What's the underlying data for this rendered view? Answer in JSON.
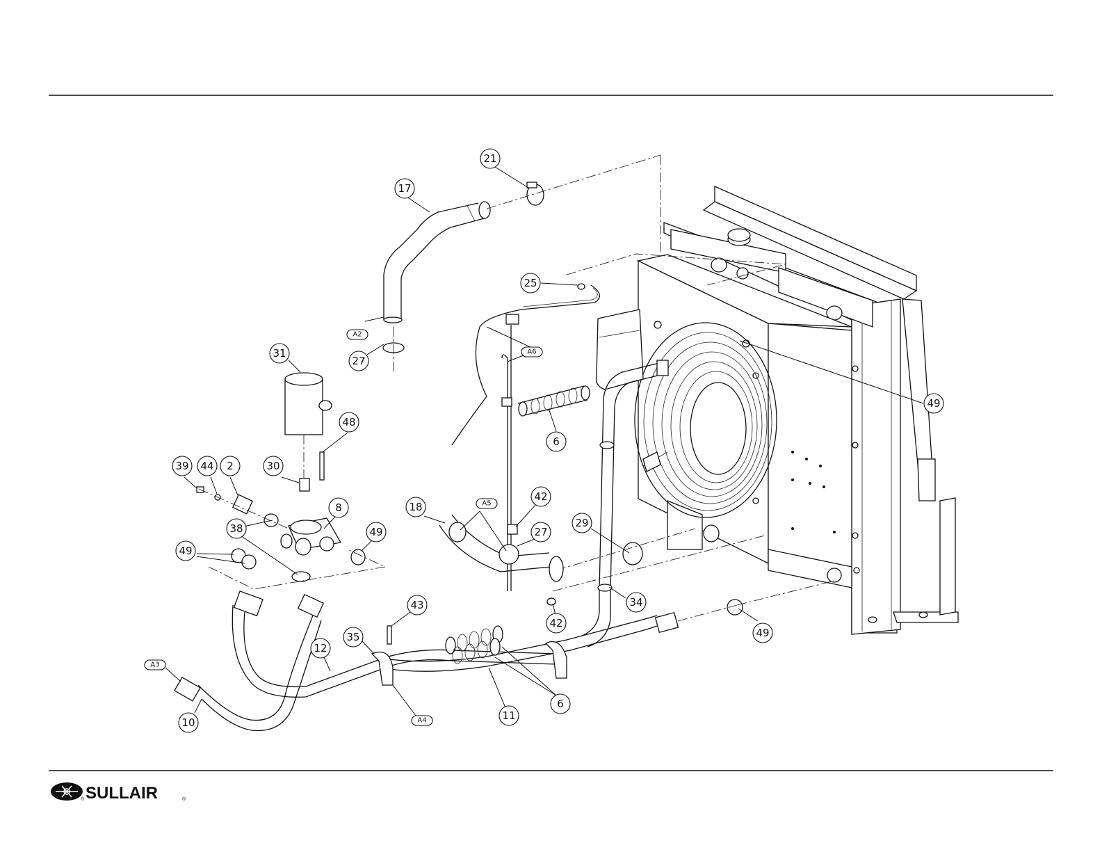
{
  "brand": {
    "logo_text": "SULLAIR",
    "registered_mark": "®"
  },
  "callouts": {
    "c21": "21",
    "c17": "17",
    "c25": "25",
    "c27a": "27",
    "c31": "31",
    "c48": "48",
    "c39": "39",
    "c44": "44",
    "c2": "2",
    "c30": "30",
    "c8": "8",
    "c38": "38",
    "c49a": "49",
    "c49b": "49",
    "c49c": "49",
    "c49d": "49",
    "c6a": "6",
    "c6b": "6",
    "c18": "18",
    "c42a": "42",
    "c42b": "42",
    "c27b": "27",
    "c29": "29",
    "c34": "34",
    "c43": "43",
    "c35": "35",
    "c12": "12",
    "c11": "11",
    "c10": "10"
  },
  "tags": {
    "a2": "A2",
    "a3": "A3",
    "a4": "A4",
    "a5": "A5",
    "a6": "A6"
  },
  "colors": {
    "line": "#111111",
    "background": "#ffffff"
  }
}
